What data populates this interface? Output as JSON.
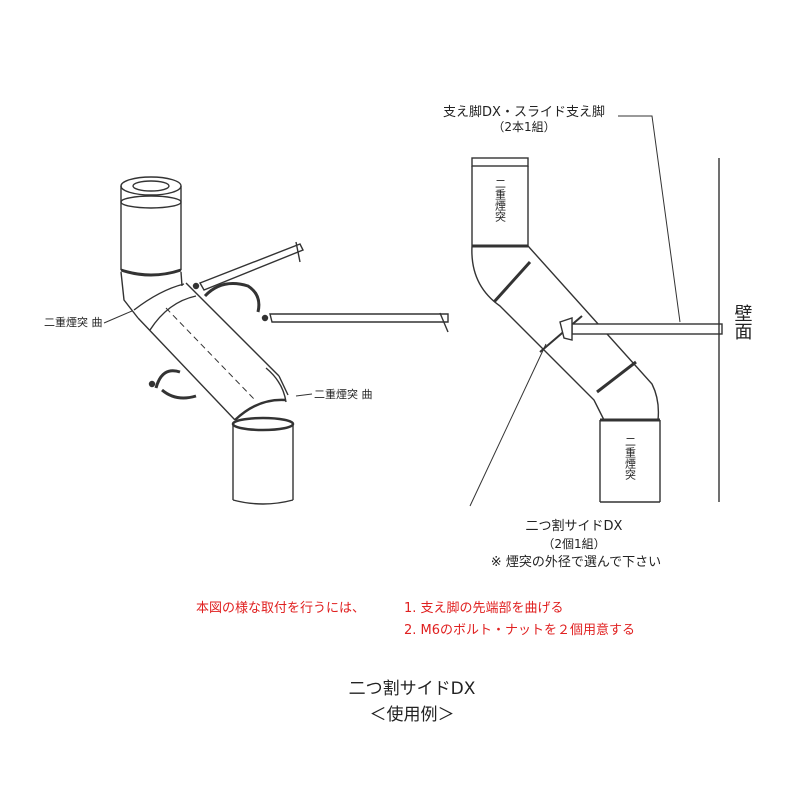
{
  "left_assembly": {
    "label_left": "二重煙突 曲",
    "label_right": "二重煙突 曲"
  },
  "right_assembly": {
    "top_pipe_label": "二重煙突",
    "bottom_pipe_label": "二重煙突",
    "wall_label": "壁面",
    "leg_label": "支え脚DX・スライド支え脚",
    "leg_sub": "（2本1組）",
    "band_label": "二つ割サイドDX",
    "band_sub": "（2個1組）",
    "band_note": "※ 煙突の外径で選んで下さい"
  },
  "notes": {
    "lead": "本図の様な取付を行うには、",
    "item1": "1.  支え脚の先端部を曲げる",
    "item2": "2.  M6のボルト・ナットを２個用意する",
    "color": "#e02020"
  },
  "caption": {
    "title": "二つ割サイドDX",
    "subtitle": "＜使用例＞"
  }
}
